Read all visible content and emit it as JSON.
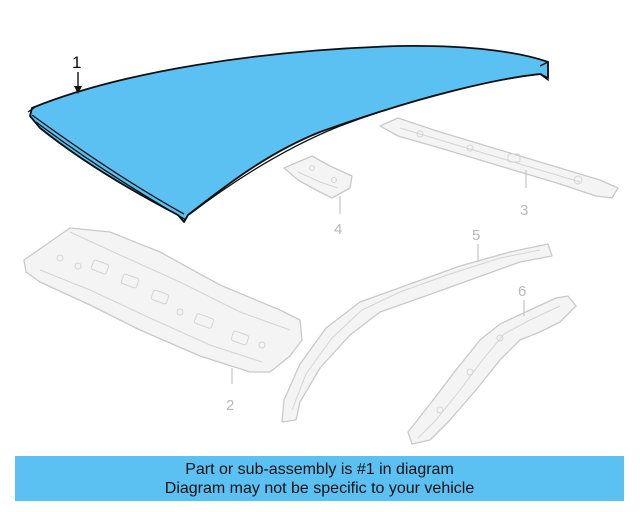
{
  "diagram": {
    "callouts": [
      {
        "id": "1",
        "text": "1"
      },
      {
        "id": "2",
        "text": "2"
      },
      {
        "id": "3",
        "text": "3"
      },
      {
        "id": "4",
        "text": "4"
      },
      {
        "id": "5",
        "text": "5"
      },
      {
        "id": "6",
        "text": "6"
      }
    ],
    "highlight_part": "1",
    "highlight_color": "#5bc0f2"
  },
  "banner": {
    "line1": "Part or sub-assembly is #1 in diagram",
    "line2": "Diagram may not be specific to your vehicle",
    "background": "#5bc0f2"
  }
}
